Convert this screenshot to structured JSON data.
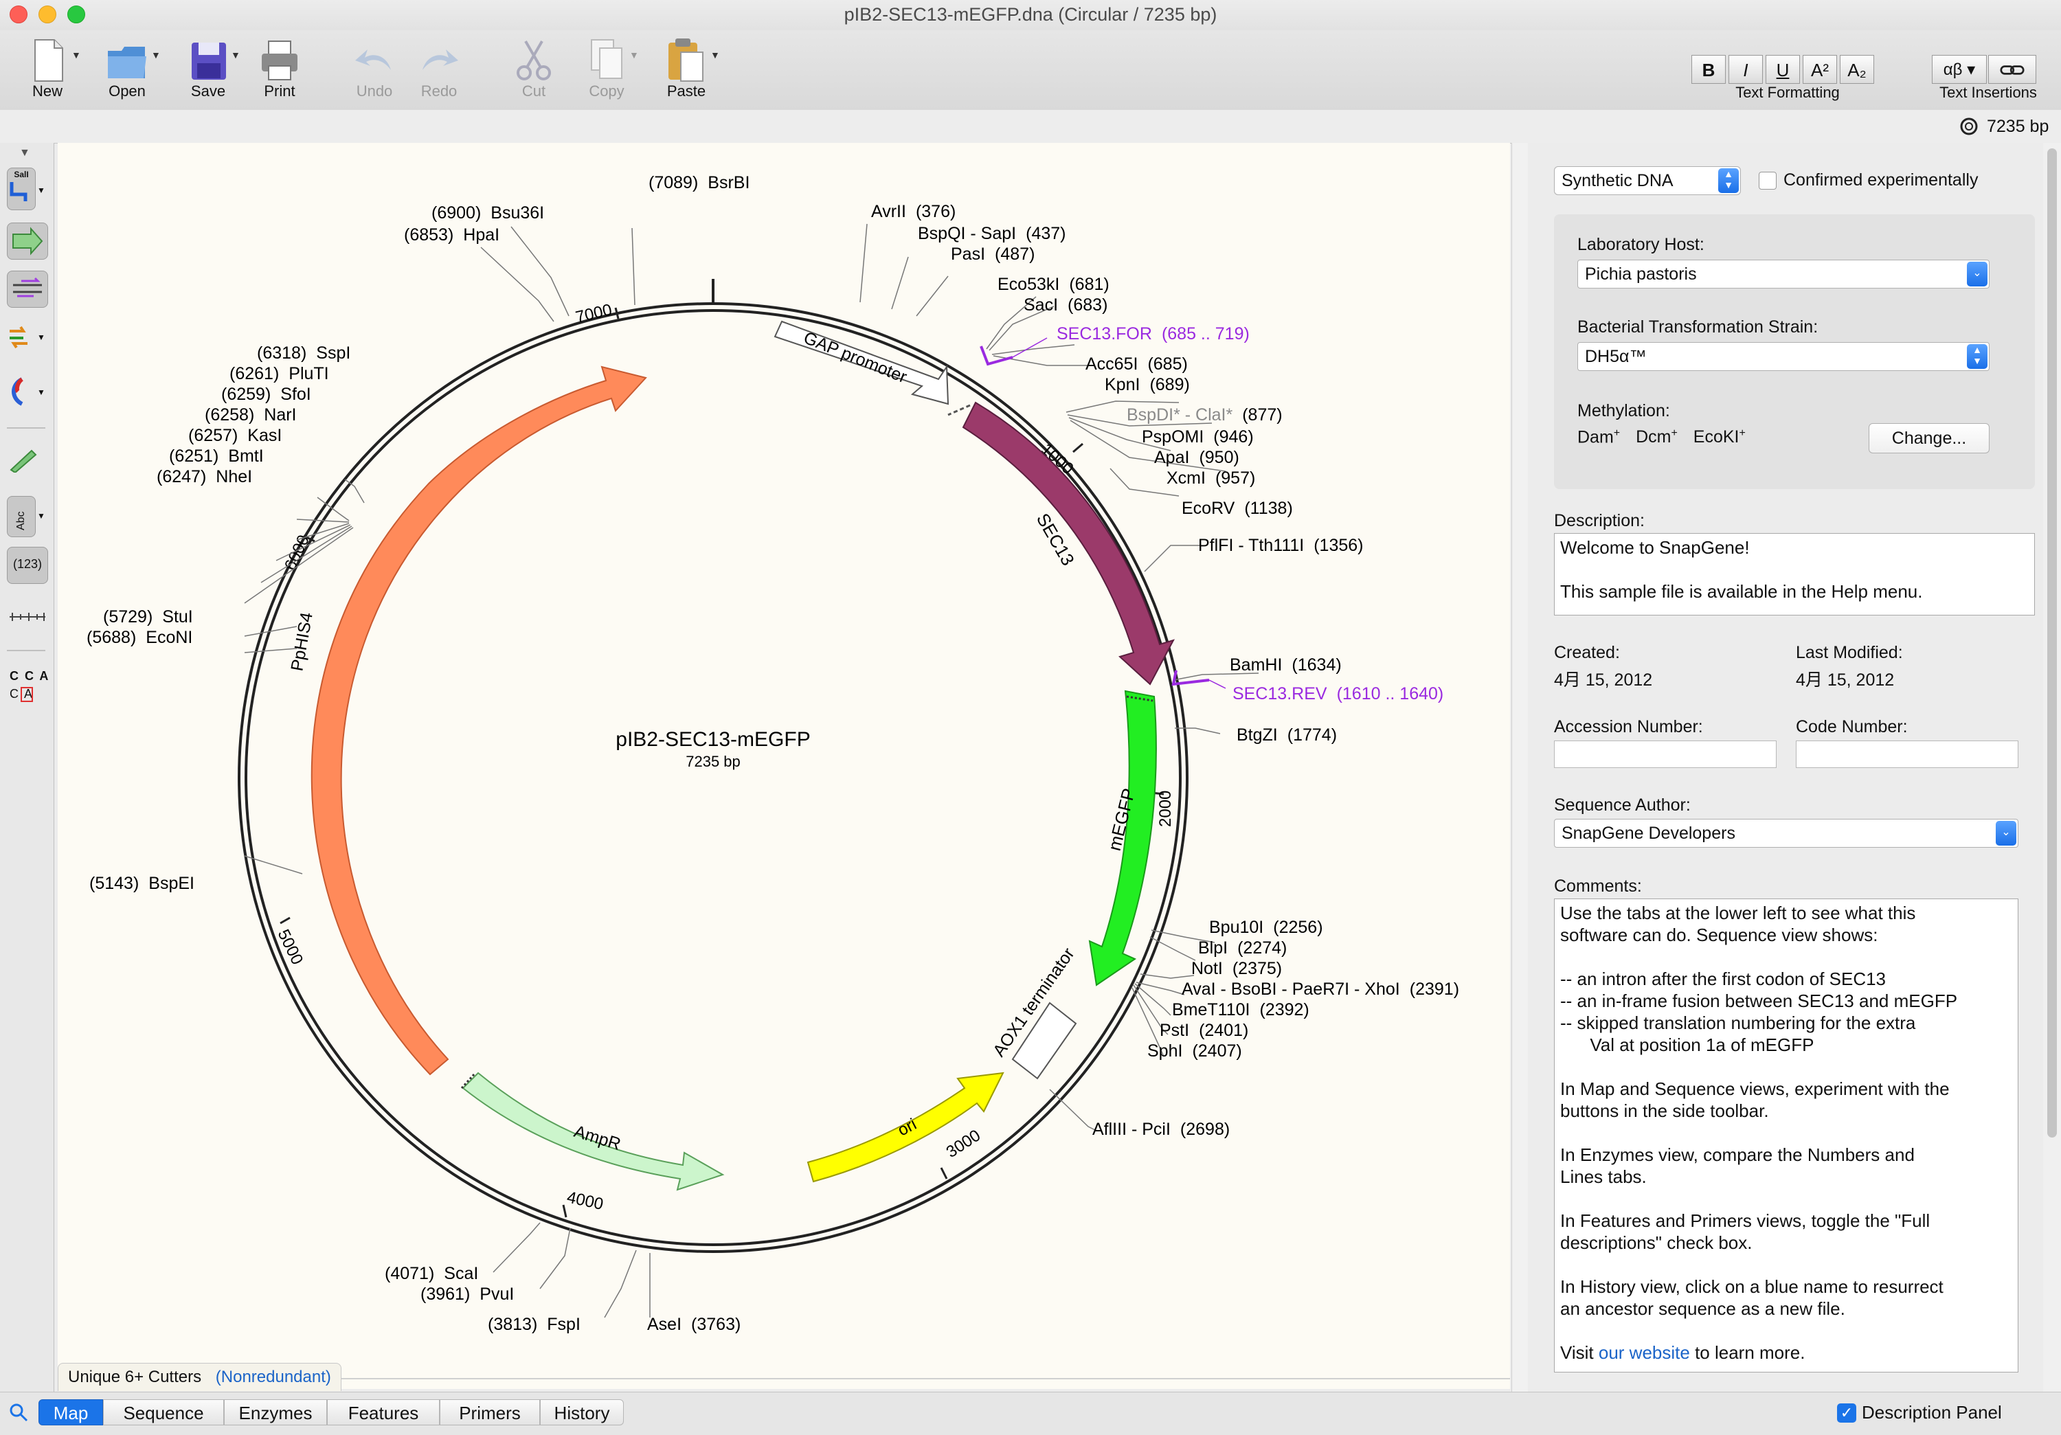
{
  "window": {
    "title": "pIB2-SEC13-mEGFP.dna  (Circular / 7235 bp)"
  },
  "toolbar": {
    "new": "New",
    "open": "Open",
    "save": "Save",
    "print": "Print",
    "undo": "Undo",
    "redo": "Redo",
    "cut": "Cut",
    "copy": "Copy",
    "paste": "Paste",
    "text_formatting": "Text Formatting",
    "text_insertions": "Text Insertions",
    "fmt_bold": "B",
    "fmt_italic": "I",
    "fmt_underline": "U",
    "fmt_super": "A²",
    "fmt_sub": "A₂",
    "insert_symbol": "αβ"
  },
  "bp_indicator": "7235 bp",
  "sidebar": {
    "sali_label": "SalI",
    "abc_label": "Abc",
    "num_label": "(123)",
    "cca_top": "C C A",
    "cca_bottom": "C  A"
  },
  "map": {
    "name": "pIB2-SEC13-mEGFP",
    "length": "7235 bp",
    "ticks": [
      "1000",
      "2000",
      "3000",
      "4000",
      "5000",
      "6000",
      "7000"
    ],
    "features": [
      {
        "label": "GAP promoter",
        "color": "#ffffff"
      },
      {
        "label": "SEC13",
        "color": "#9b3a6a"
      },
      {
        "label": "mEGFP",
        "color": "#22ee22"
      },
      {
        "label": "AOX1 terminator",
        "color": "#ffffff"
      },
      {
        "label": "ori",
        "color": "#ffff00"
      },
      {
        "label": "AmpR",
        "color": "#ccf5cc"
      },
      {
        "label": "PpHIS4",
        "color": "#ff8a5a"
      }
    ],
    "sites": [
      {
        "name": "BsrBI",
        "pos": "(7089)"
      },
      {
        "name": "Bsu36I",
        "pos": "(6900)"
      },
      {
        "name": "HpaI",
        "pos": "(6853)"
      },
      {
        "name": "SspI",
        "pos": "(6318)"
      },
      {
        "name": "PluTI",
        "pos": "(6261)"
      },
      {
        "name": "SfoI",
        "pos": "(6259)"
      },
      {
        "name": "NarI",
        "pos": "(6258)"
      },
      {
        "name": "KasI",
        "pos": "(6257)"
      },
      {
        "name": "BmtI",
        "pos": "(6251)"
      },
      {
        "name": "NheI",
        "pos": "(6247)"
      },
      {
        "name": "StuI",
        "pos": "(5729)"
      },
      {
        "name": "EcoNI",
        "pos": "(5688)"
      },
      {
        "name": "BspEI",
        "pos": "(5143)"
      },
      {
        "name": "ScaI",
        "pos": "(4071)"
      },
      {
        "name": "PvuI",
        "pos": "(3961)"
      },
      {
        "name": "FspI",
        "pos": "(3813)"
      },
      {
        "name": "AseI",
        "pos": "(3763)"
      },
      {
        "name": "AvrII",
        "pos": "(376)"
      },
      {
        "name": "BspQI - SapI",
        "pos": "(437)"
      },
      {
        "name": "PasI",
        "pos": "(487)"
      },
      {
        "name": "Eco53kI",
        "pos": "(681)"
      },
      {
        "name": "SacI",
        "pos": "(683)"
      },
      {
        "name": "SEC13.FOR",
        "pos": "(685 .. 719)"
      },
      {
        "name": "Acc65I",
        "pos": "(685)"
      },
      {
        "name": "KpnI",
        "pos": "(689)"
      },
      {
        "name": "BspDI* - ClaI*",
        "pos": "(877)"
      },
      {
        "name": "PspOMI",
        "pos": "(946)"
      },
      {
        "name": "ApaI",
        "pos": "(950)"
      },
      {
        "name": "XcmI",
        "pos": "(957)"
      },
      {
        "name": "EcoRV",
        "pos": "(1138)"
      },
      {
        "name": "PflFI - Tth111I",
        "pos": "(1356)"
      },
      {
        "name": "BamHI",
        "pos": "(1634)"
      },
      {
        "name": "SEC13.REV",
        "pos": "(1610 .. 1640)"
      },
      {
        "name": "BtgZI",
        "pos": "(1774)"
      },
      {
        "name": "Bpu10I",
        "pos": "(2256)"
      },
      {
        "name": "BlpI",
        "pos": "(2274)"
      },
      {
        "name": "NotI",
        "pos": "(2375)"
      },
      {
        "name": "AvaI - BsoBI - PaeR7I - XhoI",
        "pos": "(2391)"
      },
      {
        "name": "BmeT110I",
        "pos": "(2392)"
      },
      {
        "name": "PstI",
        "pos": "(2401)"
      },
      {
        "name": "SphI",
        "pos": "(2407)"
      },
      {
        "name": "AflIII - PciI",
        "pos": "(2698)"
      }
    ],
    "cutters_label": "Unique 6+ Cutters",
    "cutters_mode": "(Nonredundant)"
  },
  "panel": {
    "molecule_type": "Synthetic DNA",
    "confirmed_label": "Confirmed experimentally",
    "lab_host_label": "Laboratory Host:",
    "lab_host_value": "Pichia pastoris",
    "strain_label": "Bacterial Transformation Strain:",
    "strain_value": "DH5α™",
    "methylation_label": "Methylation:",
    "dam": "Dam",
    "dcm": "Dcm",
    "ecoki": "EcoKI",
    "plus": "+",
    "change_button": "Change...",
    "description_label": "Description:",
    "description_text": "Welcome to SnapGene!\n\nThis sample file is available in the Help menu.",
    "created_label": "Created:",
    "created_value": "4月 15, 2012",
    "modified_label": "Last Modified:",
    "modified_value": "4月 15, 2012",
    "accession_label": "Accession Number:",
    "code_label": "Code Number:",
    "author_label": "Sequence Author:",
    "author_value": "SnapGene Developers",
    "comments_label": "Comments:",
    "comments_text": "Use the tabs at the lower left to see what this\nsoftware can do. Sequence view shows:\n\n-- an intron after the first codon of SEC13\n-- an in-frame fusion between SEC13 and mEGFP\n-- skipped translation numbering for the extra\n      Val at position 1a of mEGFP\n\nIn Map and Sequence views, experiment with the\nbuttons in the side toolbar.\n\nIn Enzymes view, compare the Numbers and\nLines tabs.\n\nIn Features and Primers views, toggle the \"Full\ndescriptions\" check box.\n\nIn History view, click on a blue name to resurrect\nan ancestor sequence as a new file.\n\n",
    "comments_visit": "Visit ",
    "comments_link": "our website",
    "comments_end": " to learn more."
  },
  "tabs": [
    "Map",
    "Sequence",
    "Enzymes",
    "Features",
    "Primers",
    "History"
  ],
  "description_panel_label": "Description Panel"
}
